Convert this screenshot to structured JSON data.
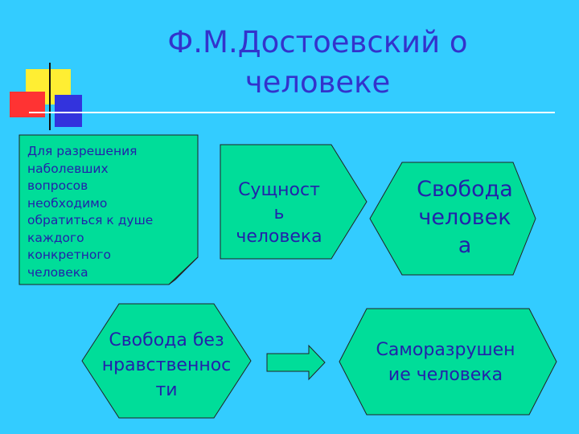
{
  "slide": {
    "title": "Ф.М.Достоевский о\nчеловеке",
    "note": "Для разрешения\nнаболевших\nвопросов\nнеобходимо\nобратиться к душе\nкаждого\nконкретного\nчеловека",
    "shapes": {
      "essence": "Сущност\nь\nчеловека",
      "freedom": "Свобода\nчеловек\nа",
      "freedom_without_morality": "Свобода без\nнравственнос\nти",
      "self_destruction": "Саморазрушен\nие человека"
    }
  },
  "colors": {
    "background": "#33ccff",
    "shape_fill": "#00dd99",
    "text": "#2222aa",
    "title": "#3333cc"
  }
}
